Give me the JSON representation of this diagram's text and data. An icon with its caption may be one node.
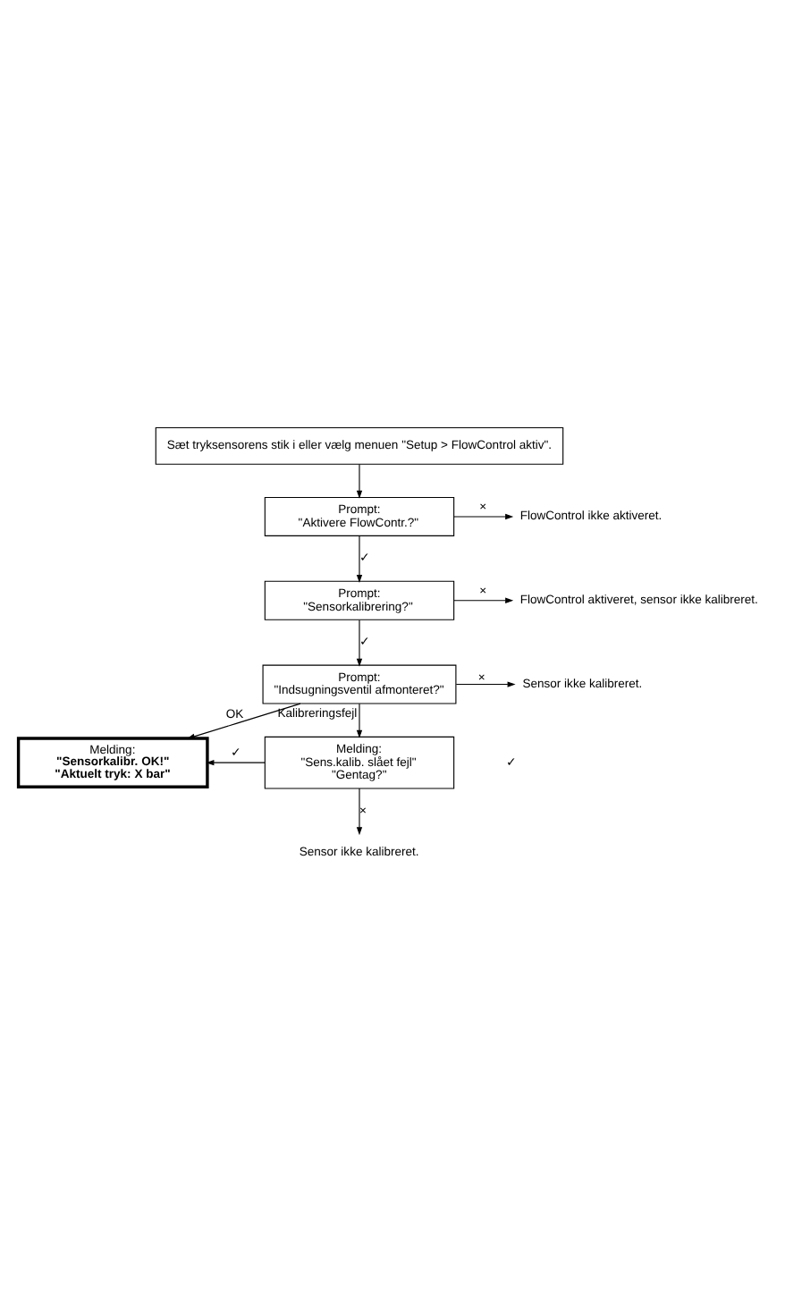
{
  "diagram": {
    "nodes": [
      {
        "text": [
          "Sæt tryksensorens stik i eller vælg menuen \"Setup > FlowControl aktiv\"."
        ]
      },
      {
        "text": [
          "Prompt:",
          "\"Aktivere FlowContr.?\""
        ]
      },
      {
        "text": [
          "FlowControl ikke aktiveret."
        ]
      },
      {
        "text": [
          "Prompt:",
          "\"Sensorkalibrering?\""
        ]
      },
      {
        "text": [
          "FlowControl aktiveret, sensor ikke kalibreret."
        ]
      },
      {
        "text": [
          "Prompt:",
          "\"Indsugningsventil afmonteret?\""
        ]
      },
      {
        "text": [
          "Sensor ikke kalibreret."
        ]
      },
      {
        "text": [
          "Melding:",
          "\"Sensorkalibr. OK!\"",
          "\"Aktuelt tryk: X bar\""
        ]
      },
      {
        "text": [
          "Melding:",
          "\"Sens.kalib. slået fejl\"",
          "\"Gentag?\""
        ]
      },
      {
        "text": [
          "Sensor ikke kalibreret."
        ]
      }
    ],
    "edges": [
      {
        "from": 0,
        "to": 1,
        "arrow": "to"
      },
      {
        "from": 1,
        "to": 3,
        "arrow": "to",
        "label": "✓"
      },
      {
        "from": 1,
        "to": 2,
        "arrow": "to",
        "label": "×"
      },
      {
        "from": 3,
        "to": 5,
        "arrow": "to",
        "label": "✓"
      },
      {
        "from": 3,
        "to": 4,
        "arrow": "to",
        "label": "×"
      },
      {
        "from": 5,
        "to": 7,
        "arrow": "to",
        "label": "OK"
      },
      {
        "from": 5,
        "to": 8,
        "arrow": "to",
        "label": "Kalibreringsfejl"
      },
      {
        "from": 5,
        "to": 6,
        "arrow": "to",
        "label": "×"
      },
      {
        "from": 8,
        "to": 7,
        "arrow": "to",
        "label": "✓"
      },
      {
        "from": 8,
        "to": 9,
        "arrow": "to",
        "label": "×"
      }
    ],
    "labels": [
      "✓"
    ]
  }
}
